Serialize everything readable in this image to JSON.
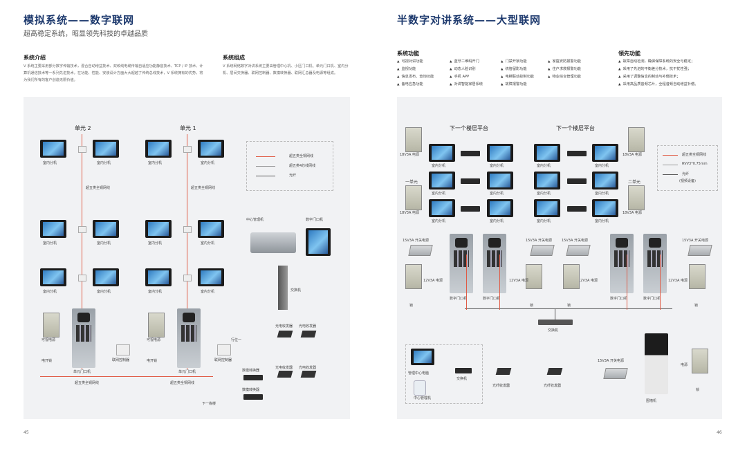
{
  "left": {
    "title": "模拟系统——数字联网",
    "subtitle": "超高稳定系统，昭显领先科技的卓越品质",
    "intro_heading": "系统介绍",
    "intro_text": "V 系统主要采用部分数字传输技术，混合自动增益技术、双绞线电缆传输自适应功能静音技术、TCP / IP 技术、计算机通信技术等一系列先进技术，在功能、性能、安装设计方面大大超越了传统总线技术，V 系统拥有的优势，将为我们所有的客户创造无限价值。",
    "composition_heading": "系统组成",
    "composition_text": "V 系统网络数字对讲系统主要由管理中心机、小区门口机、单元门口机、室内分机、层间交换器、联网控制器、数模转换器、联网汇总器及电源等组成。",
    "unit2": "单元 2",
    "unit1": "单元 1",
    "indoor": "室内分机",
    "wire_note": "超五类全铜网线",
    "center_machine": "中心管理机",
    "digital_door": "数字门口机",
    "switch_lbl": "交换机",
    "power": "可视电源",
    "lock_power": "电开锁",
    "unit_door": "单元门口机",
    "net_ctrl": "联网控制器",
    "fiber_tx": "光电收发器",
    "converter": "数模转换器",
    "next_floor": "下一栋楼",
    "line_one": "行位一",
    "legend": [
      "超五类全铜网线",
      "超五类4芯线网线",
      "光纤"
    ],
    "page": "45"
  },
  "right": {
    "title": "半数字对讲系统——大型联网",
    "functions_heading": "系统功能",
    "functions": [
      [
        "可视对讲功能",
        "蓝牙二维码开门",
        "门禁开锁功能",
        "家庭安防报警功能"
      ],
      [
        "监视功能",
        "动态人脸识别",
        "统管留影功能",
        "住户求救报警功能"
      ],
      [
        "信息发布、查询功能",
        "手机 APP",
        "电梯联动控制功能",
        "物业综合管理功能"
      ],
      [
        "备电应急功能",
        "对讲智能家居系统",
        "故障报警功能",
        ""
      ]
    ],
    "advantages_heading": "领先功能",
    "advantages": [
      "故障自动检测，确保保障系统的安全与稳定；",
      "采用了先进的平衡差分技术，抗干扰性强；",
      "采用了调整信息的制动与补偿技术；",
      "采用高品质音频芯片，全程音频自动增益补偿。"
    ],
    "next_floor_platform": "下一个楼层平台",
    "unit_one": "一单元",
    "unit_two": "二单元",
    "psu_18": "18V3A 电源",
    "psu_12": "12V3A 电源",
    "psu_15": "15V3A 开关电源",
    "indoor": "室内分机",
    "lock": "锁",
    "door": "数字门口机",
    "switch_lbl": "交换机",
    "pc_center": "管理中心电脑",
    "center_machine": "中心管理机",
    "fiber_tx": "光纤收发器",
    "wall_machine": "围墙机",
    "power": "电源",
    "legend": [
      "超五类全铜网线",
      "RVV3*0.75mm",
      "光纤",
      "(视频设备)"
    ],
    "page": "46"
  }
}
